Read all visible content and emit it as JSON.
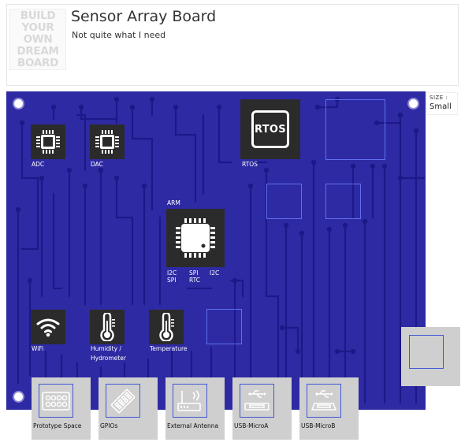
{
  "header": {
    "logo_lines": [
      "BUILD",
      "YOUR OWN",
      "DREAM",
      "BOARD"
    ],
    "title": "Sensor Array Board",
    "subtitle": "Not quite what I need"
  },
  "size": {
    "label": "SIZE :",
    "value": "Small"
  },
  "components": {
    "adc": "ADC",
    "dac": "DAC",
    "rtos_chip_text": "RTOS",
    "rtos": "RTOS",
    "arm": "ARM",
    "arm_pins": {
      "i2c_left": "I2C",
      "spi_left": "SPI",
      "spi_mid": "SPI",
      "rtc": "RTC",
      "i2c_right": "I2C"
    },
    "wifi": "WiFi",
    "humidity_line1": "Humidity /",
    "humidity_line2": "Hydrometer",
    "temperature": "Temperature"
  },
  "bays": [
    {
      "label": "Prototype Space",
      "icon": "prototype-grid-icon"
    },
    {
      "label": "GPIOs",
      "icon": "gpio-header-icon"
    },
    {
      "label": "External Antenna",
      "icon": "antenna-icon"
    },
    {
      "label": "USB-MicroA",
      "icon": "usb-icon"
    },
    {
      "label": "USB-MicroB",
      "icon": "usb-icon"
    }
  ],
  "colors": {
    "board": "#2e2aa3",
    "trace": "#1c1888",
    "chip": "#2b2b2b",
    "bay": "#cfcfcf",
    "outline": "#5f6ff0"
  }
}
